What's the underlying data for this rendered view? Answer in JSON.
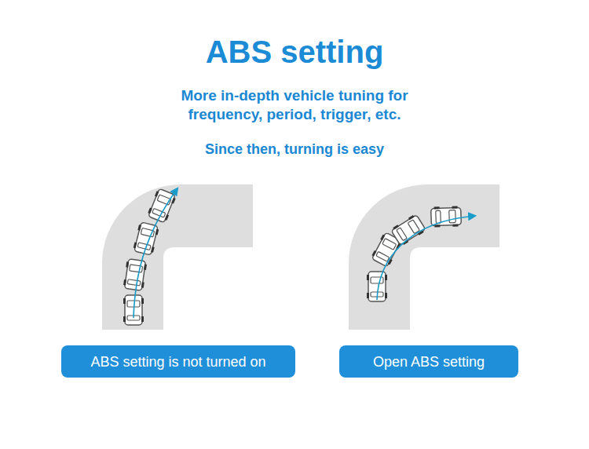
{
  "diagram": {
    "title": "ABS setting",
    "nodes": [
      {
        "text": [
          "ABS setting is not turned on"
        ]
      },
      {
        "text": [
          "Open ABS setting"
        ]
      }
    ],
    "labels": [
      "More in-depth vehicle tuning for frequency, period, trigger, etc.",
      "Since then, turning is easy"
    ]
  }
}
